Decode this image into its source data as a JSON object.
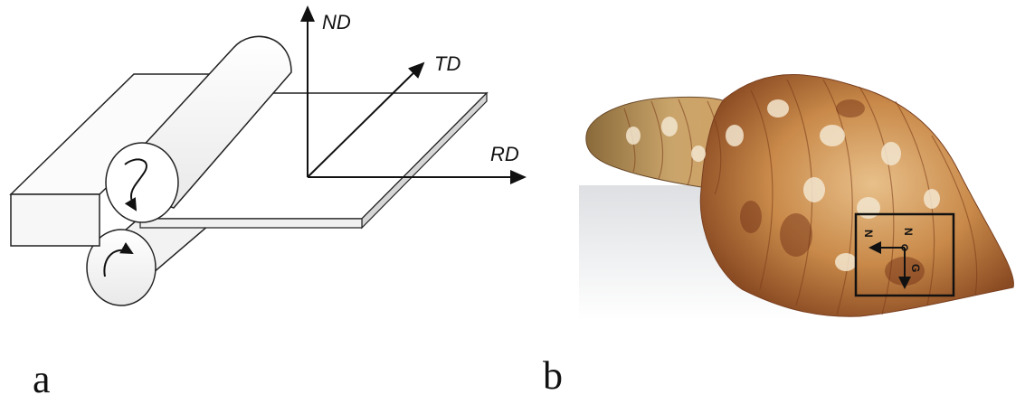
{
  "figure": {
    "panel_a": {
      "label": "a",
      "axes": {
        "normal": "ND",
        "transverse": "TD",
        "rolling": "RD"
      }
    },
    "panel_b": {
      "label": "b",
      "inset_letters": {
        "left": "N",
        "top": "N",
        "bottom": "G"
      }
    }
  }
}
